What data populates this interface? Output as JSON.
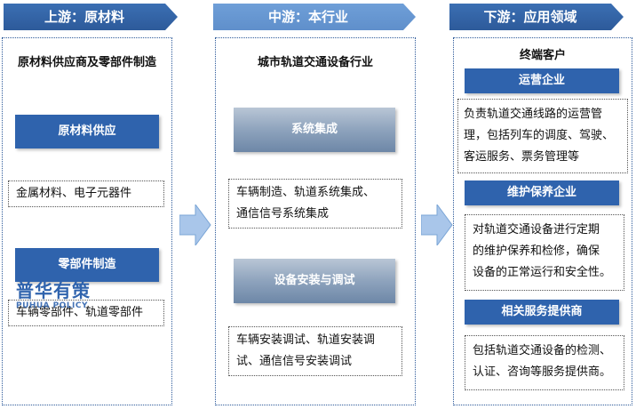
{
  "upstream": {
    "banner": "上游：原材料",
    "title": "原材料供应商及零部件制造",
    "box1_label": "原材料供应",
    "box1_desc": "金属材料、电子元器件",
    "box2_label": "零部件制造",
    "box2_desc": "车辆零部件、轨道零部件"
  },
  "midstream": {
    "banner": "中游：本行业",
    "title": "城市轨道交通设备行业",
    "box1_label": "系统集成",
    "box1_desc_lines": [
      "车辆制造、轨道系统集成、",
      "通信信号系统集成"
    ],
    "box2_label": "设备安装与调试",
    "box2_desc_lines": [
      "车辆安装调试、轨道安装调",
      "试、通信信号安装调试"
    ]
  },
  "downstream": {
    "banner": "下游：应用领域",
    "title": "终端客户",
    "box1_label": "运营企业",
    "box1_desc_lines": [
      "负责轨道交通线路的运营管",
      "理，包括列车的调度、驾驶、",
      "客运服务、票务管理等"
    ],
    "box2_label": "维护保养企业",
    "box2_desc_lines": [
      "对轨道交通设备进行定期",
      "的维护保养和检修，确保",
      "设备的正常运行和安全性。"
    ],
    "box3_label": "相关服务提供商",
    "box3_desc_lines": [
      "包括轨道交通设备的检测、",
      "认证、咨询等服务提供商。"
    ]
  },
  "watermark": {
    "cn": "普华有策",
    "en": "PUHUA POLICY"
  },
  "colors": {
    "banner_dark": "#2d5a9a",
    "banner_light": "#6f9fd8",
    "box_blue": "#2f63ad",
    "arrow_fill": "#a9c6ea"
  }
}
